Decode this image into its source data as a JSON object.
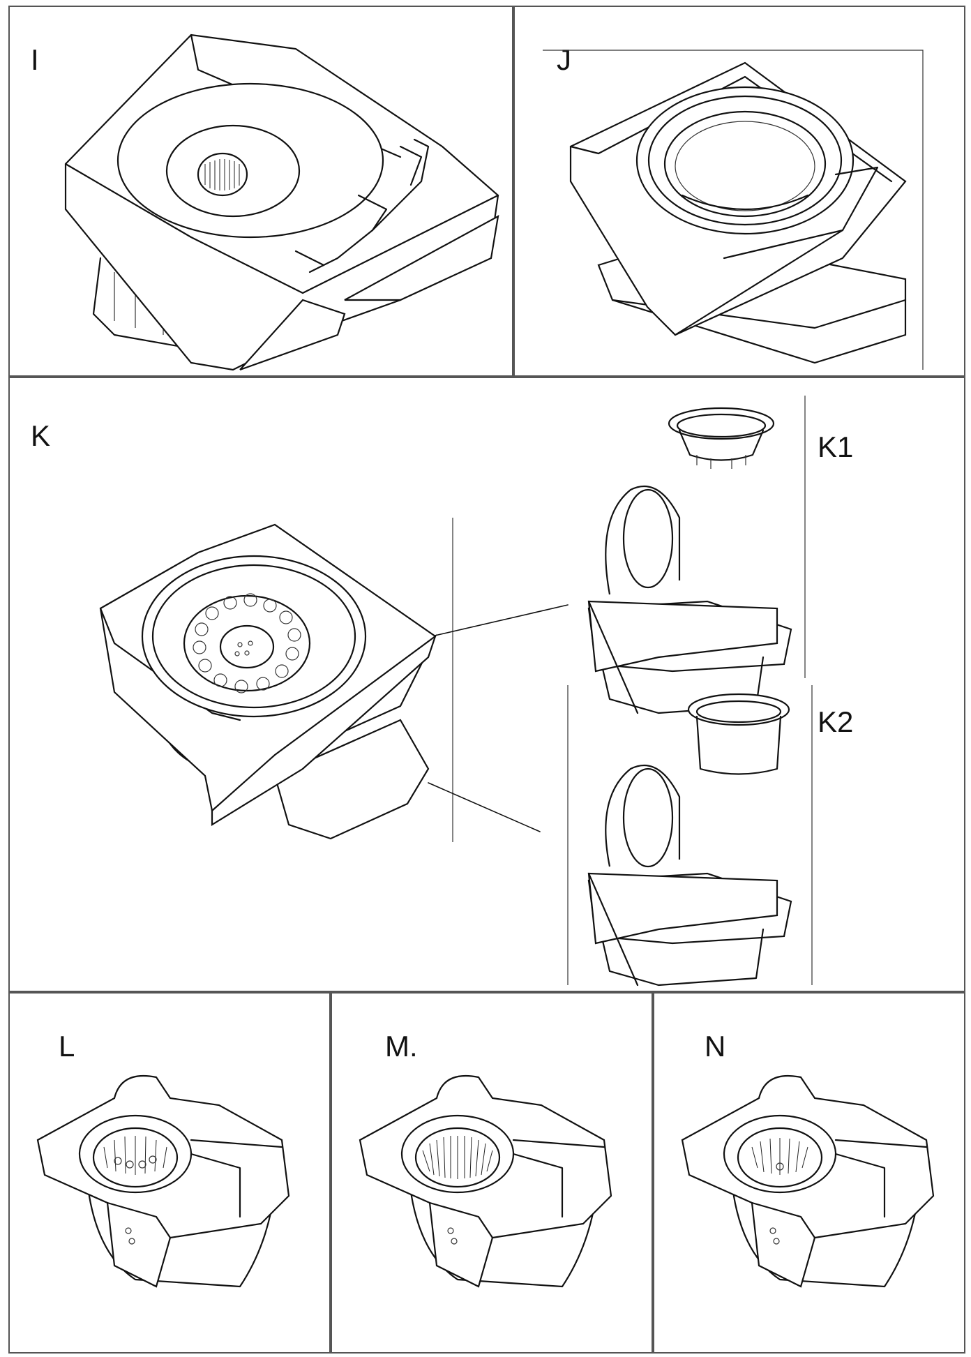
{
  "panels": {
    "I": {
      "label": "I"
    },
    "J": {
      "label": "J"
    },
    "K": {
      "label": "K",
      "sub1": "K1",
      "sub2": "K2"
    },
    "L": {
      "label": "L"
    },
    "M": {
      "label": "M."
    },
    "N": {
      "label": "N"
    }
  }
}
